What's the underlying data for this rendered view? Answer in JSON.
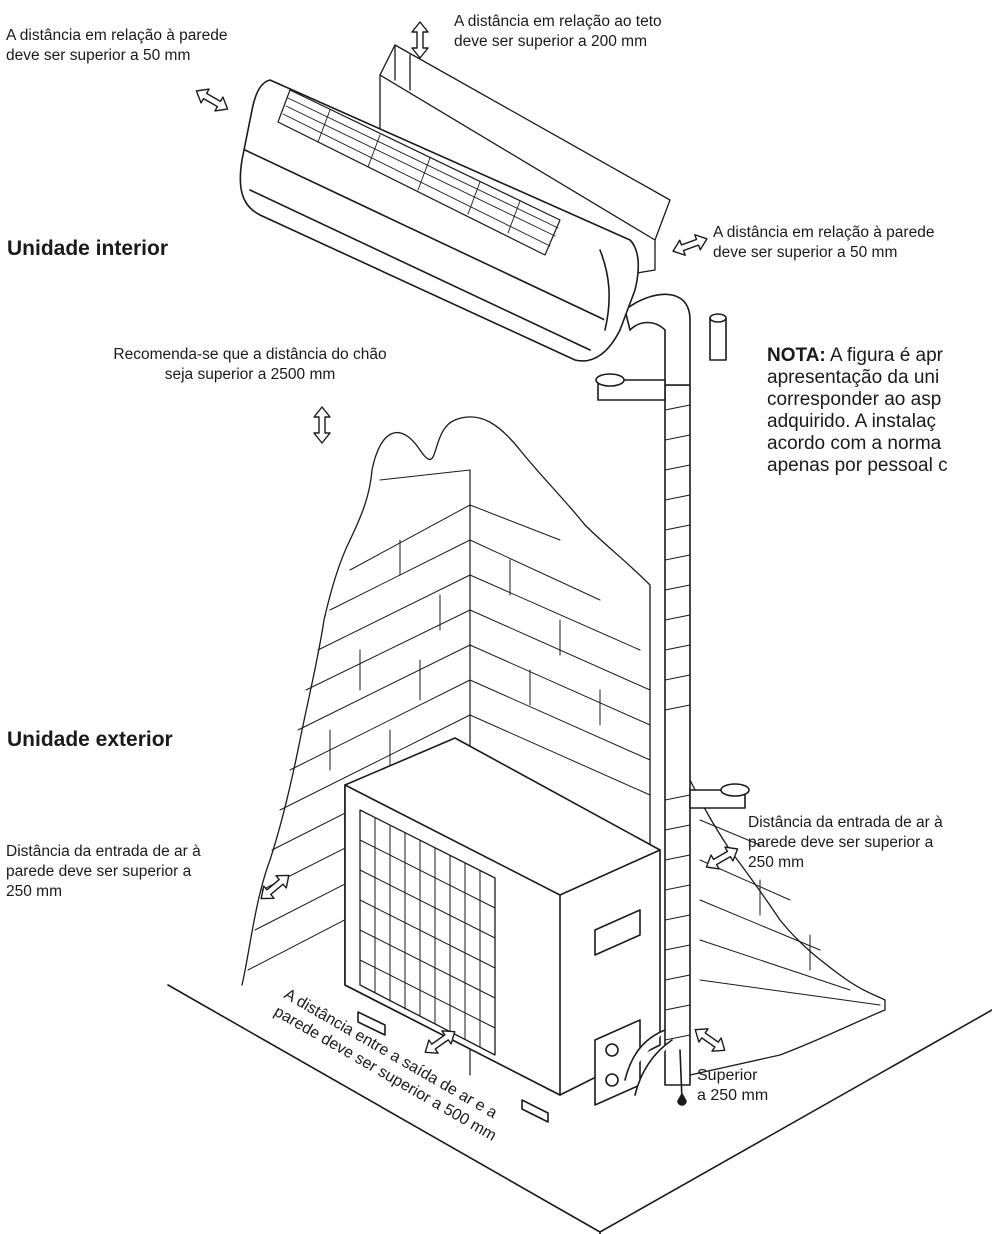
{
  "labels": {
    "wall_left_indoor": [
      "A distância em relação à parede",
      "deve ser superior a 50 mm"
    ],
    "ceiling": [
      "A distância em relação ao teto",
      "deve ser superior a 200 mm"
    ],
    "wall_right_indoor": [
      "A distância em relação à parede",
      "deve ser superior a 50 mm"
    ],
    "floor": [
      "Recomenda-se que a distância do chão",
      "seja superior a 2500 mm"
    ],
    "air_inlet_left": [
      "Distância da entrada de ar à",
      "parede deve ser superior a",
      "250 mm"
    ],
    "air_inlet_right": [
      "Distância da entrada de ar à",
      "parede deve ser superior a",
      "250 mm"
    ],
    "air_outlet": [
      "A distância entre a saída de ar e a",
      "parede deve ser superior a 500 mm"
    ],
    "top_clearance": [
      "Superior",
      "a 250 mm"
    ]
  },
  "headings": {
    "indoor_unit": "Unidade interior",
    "outdoor_unit": "Unidade exterior"
  },
  "note": {
    "prefix": "NOTA:",
    "lines": [
      " A figura é apr",
      "apresentação da uni",
      "corresponder ao asp",
      "adquirido. A instalaç",
      "acordo com a norma",
      "apenas por pessoal c"
    ]
  }
}
